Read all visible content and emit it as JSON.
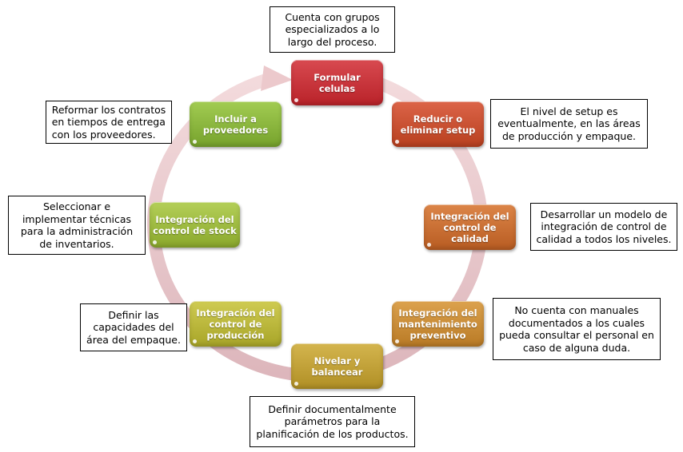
{
  "diagram": {
    "type": "cycle",
    "colors": {
      "ring": "#e9c3c6",
      "formular": "#c5282f",
      "reducir": "#c8472a",
      "calidad": "#c8692c",
      "mantenimiento": "#c98830",
      "nivelar": "#c2a032",
      "produccion": "#b9b734",
      "stock": "#9ebb3c",
      "proveedores": "#88b43a"
    },
    "nodes": [
      {
        "id": "formular-celulas",
        "label": "Formular celulas",
        "note": "Cuenta con grupos\nespecializados a lo\nlargo del proceso."
      },
      {
        "id": "reducir-setup",
        "label": "Reducir o eliminar setup",
        "note": "El nivel de setup es\neventualmente, en las áreas\nde producción y empaque."
      },
      {
        "id": "control-calidad",
        "label": "Integración del control de calidad",
        "note": "Desarrollar un modelo de\nintegración de control de\ncalidad a todos los niveles."
      },
      {
        "id": "mantenimiento-preventivo",
        "label": "Integración del mantenimiento preventivo",
        "note": "No cuenta con manuales\ndocumentados a los cuales\npueda consultar el personal en\ncaso de alguna duda."
      },
      {
        "id": "nivelar-balancear",
        "label": "Nivelar y balancear",
        "note": "Definir documentalmente\nparámetros para la\nplanificación de los productos."
      },
      {
        "id": "control-produccion",
        "label": "Integración del control de producción",
        "note": "Definir las\ncapacidades del\nárea del empaque."
      },
      {
        "id": "control-stock",
        "label": "Integración del control de stock",
        "note": "Seleccionar e\nimplementar técnicas\npara la administración\nde inventarios."
      },
      {
        "id": "incluir-proveedores",
        "label": "Incluir a proveedores",
        "note": "Reformar los contratos\nen tiempos de entrega\ncon los proveedores."
      }
    ]
  }
}
